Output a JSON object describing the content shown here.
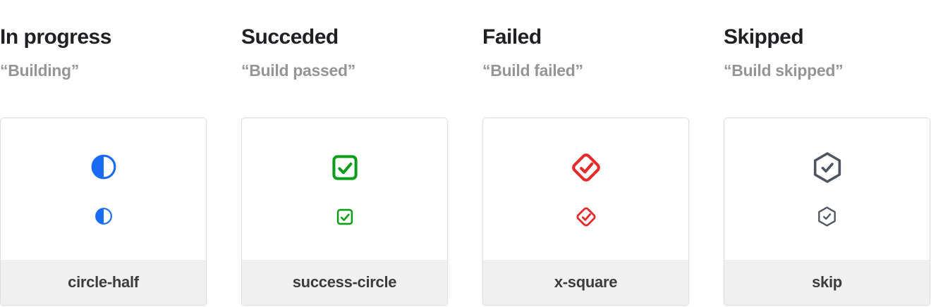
{
  "columns": [
    {
      "title": "In progress",
      "subtitle": "“Building”",
      "icon": "circle-half-icon",
      "label": "circle-half",
      "color": "#1A6CF5"
    },
    {
      "title": "Succeded",
      "subtitle": "“Build passed”",
      "icon": "check-square-icon",
      "label": "success-circle",
      "color": "#0A9D19"
    },
    {
      "title": "Failed",
      "subtitle": "“Build failed”",
      "icon": "check-diamond-icon",
      "label": "x-square",
      "color": "#E42B2B"
    },
    {
      "title": "Skipped",
      "subtitle": "“Build skipped”",
      "icon": "check-hexagon-icon",
      "label": "skip",
      "color": "#4E5560"
    }
  ]
}
